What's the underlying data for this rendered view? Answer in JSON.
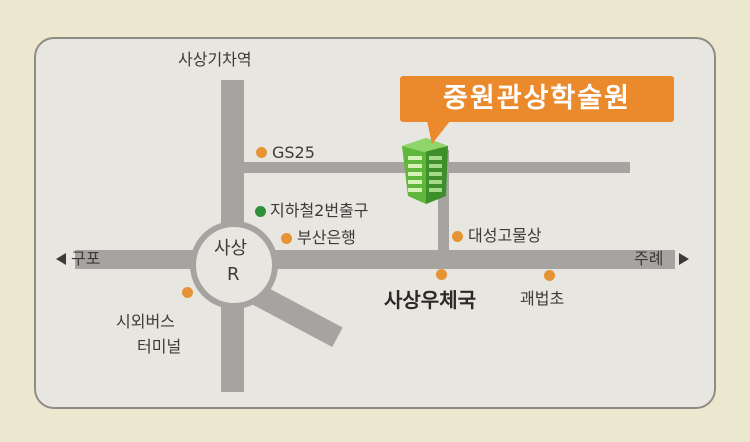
{
  "map": {
    "title": "중원관상학술원",
    "labels": {
      "station": "사상기차역",
      "gs25": "GS25",
      "subway_exit": "지하철2번출구",
      "bank": "부산은행",
      "rotary_line1": "사상",
      "rotary_line2": "R",
      "gupo": "구포",
      "jurye": "주례",
      "bus_terminal_line1": "시외버스",
      "bus_terminal_line2": "터미널",
      "daesung": "대성고물상",
      "post_office": "사상우체국",
      "gwaebeop": "괘법초"
    },
    "colors": {
      "accent": "#eb8a2c",
      "road": "#a6a4a0",
      "marker_orange": "#e59335",
      "marker_green": "#2f8f3a"
    }
  }
}
